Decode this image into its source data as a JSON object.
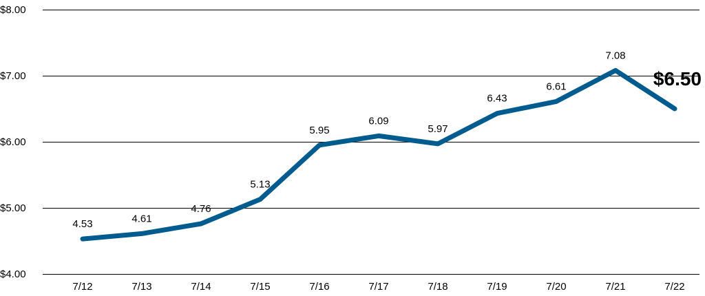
{
  "chart_data": {
    "type": "line",
    "categories": [
      "7/12",
      "7/13",
      "7/14",
      "7/15",
      "7/16",
      "7/17",
      "7/18",
      "7/19",
      "7/20",
      "7/21",
      "7/22"
    ],
    "series": [
      {
        "values": [
          4.53,
          4.61,
          4.76,
          5.13,
          5.95,
          6.09,
          5.97,
          6.43,
          6.61,
          7.08,
          6.5
        ],
        "point_labels": [
          "4.53",
          "4.61",
          "4.76",
          "5.13",
          "5.95",
          "6.09",
          "5.97",
          "6.43",
          "6.61",
          "7.08",
          "$6.50"
        ]
      }
    ],
    "y_ticks": [
      4,
      5,
      6,
      7,
      8
    ],
    "y_tick_labels": [
      "$4.00",
      "$5.00",
      "$6.00",
      "$7.00",
      "$8.00"
    ],
    "ylim": [
      4,
      8
    ],
    "grid": "horizontal",
    "highlight_last_label": true,
    "colors": {
      "line": "#005b8f",
      "grid": "#000000",
      "text": "#000000"
    }
  }
}
